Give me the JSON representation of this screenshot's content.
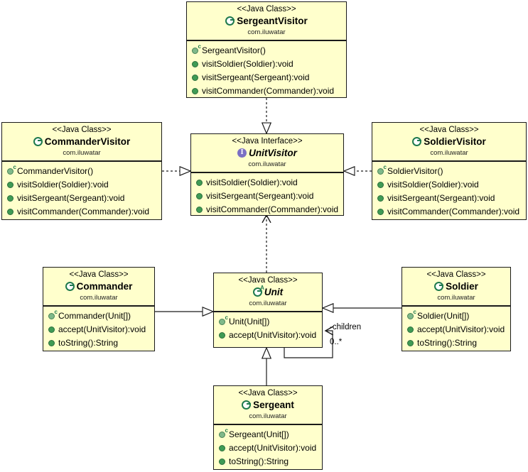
{
  "diagram": {
    "title": "Visitor pattern UML class diagram",
    "package": "com.iluwatar",
    "colors": {
      "box_fill": "#ffffcc",
      "box_border": "#1a1a1a",
      "class_icon": "#1f7a4d",
      "interface_icon": "#7b6fc4",
      "method_icon": "#3f9b55"
    }
  },
  "classes": {
    "sergeant_visitor": {
      "stereotype": "<<Java Class>>",
      "name": "SergeantVisitor",
      "package": "com.iluwatar",
      "icon": "java-class-icon",
      "abstract": false,
      "members": [
        {
          "label": "SergeantVisitor()",
          "icon": "constructor-icon"
        },
        {
          "label": "visitSoldier(Soldier):void",
          "icon": "method-icon"
        },
        {
          "label": "visitSergeant(Sergeant):void",
          "icon": "method-icon"
        },
        {
          "label": "visitCommander(Commander):void",
          "icon": "method-icon"
        }
      ]
    },
    "commander_visitor": {
      "stereotype": "<<Java Class>>",
      "name": "CommanderVisitor",
      "package": "com.iluwatar",
      "icon": "java-class-icon",
      "abstract": false,
      "members": [
        {
          "label": "CommanderVisitor()",
          "icon": "constructor-icon"
        },
        {
          "label": "visitSoldier(Soldier):void",
          "icon": "method-icon"
        },
        {
          "label": "visitSergeant(Sergeant):void",
          "icon": "method-icon"
        },
        {
          "label": "visitCommander(Commander):void",
          "icon": "method-icon"
        }
      ]
    },
    "unit_visitor": {
      "stereotype": "<<Java Interface>>",
      "name": "UnitVisitor",
      "package": "com.iluwatar",
      "icon": "java-interface-icon",
      "abstract": true,
      "members": [
        {
          "label": "visitSoldier(Soldier):void",
          "icon": "method-icon"
        },
        {
          "label": "visitSergeant(Sergeant):void",
          "icon": "method-icon"
        },
        {
          "label": "visitCommander(Commander):void",
          "icon": "method-icon"
        }
      ]
    },
    "soldier_visitor": {
      "stereotype": "<<Java Class>>",
      "name": "SoldierVisitor",
      "package": "com.iluwatar",
      "icon": "java-class-icon",
      "abstract": false,
      "members": [
        {
          "label": "SoldierVisitor()",
          "icon": "constructor-icon"
        },
        {
          "label": "visitSoldier(Soldier):void",
          "icon": "method-icon"
        },
        {
          "label": "visitSergeant(Sergeant):void",
          "icon": "method-icon"
        },
        {
          "label": "visitCommander(Commander):void",
          "icon": "method-icon"
        }
      ]
    },
    "commander": {
      "stereotype": "<<Java Class>>",
      "name": "Commander",
      "package": "com.iluwatar",
      "icon": "java-class-icon",
      "abstract": false,
      "members": [
        {
          "label": "Commander(Unit[])",
          "icon": "constructor-icon"
        },
        {
          "label": "accept(UnitVisitor):void",
          "icon": "method-icon"
        },
        {
          "label": "toString():String",
          "icon": "method-icon"
        }
      ]
    },
    "unit": {
      "stereotype": "<<Java Class>>",
      "name": "Unit",
      "package": "com.iluwatar",
      "icon": "java-abstract-class-icon",
      "abstract": true,
      "members": [
        {
          "label": "Unit(Unit[])",
          "icon": "constructor-icon"
        },
        {
          "label": "accept(UnitVisitor):void",
          "icon": "method-icon"
        }
      ]
    },
    "soldier": {
      "stereotype": "<<Java Class>>",
      "name": "Soldier",
      "package": "com.iluwatar",
      "icon": "java-class-icon",
      "abstract": false,
      "members": [
        {
          "label": "Soldier(Unit[])",
          "icon": "constructor-icon"
        },
        {
          "label": "accept(UnitVisitor):void",
          "icon": "method-icon"
        },
        {
          "label": "toString():String",
          "icon": "method-icon"
        }
      ]
    },
    "sergeant": {
      "stereotype": "<<Java Class>>",
      "name": "Sergeant",
      "package": "com.iluwatar",
      "icon": "java-class-icon",
      "abstract": false,
      "members": [
        {
          "label": "Sergeant(Unit[])",
          "icon": "constructor-icon"
        },
        {
          "label": "accept(UnitVisitor):void",
          "icon": "method-icon"
        },
        {
          "label": "toString():String",
          "icon": "method-icon"
        }
      ]
    }
  },
  "relations": {
    "sergeant_visitor_realizes_unit_visitor": {
      "type": "realization",
      "from": "SergeantVisitor",
      "to": "UnitVisitor"
    },
    "commander_visitor_realizes_unit_visitor": {
      "type": "realization",
      "from": "CommanderVisitor",
      "to": "UnitVisitor"
    },
    "soldier_visitor_realizes_unit_visitor": {
      "type": "realization",
      "from": "SoldierVisitor",
      "to": "UnitVisitor"
    },
    "unit_depends_on_unit_visitor": {
      "type": "dependency",
      "from": "Unit",
      "to": "UnitVisitor"
    },
    "commander_extends_unit": {
      "type": "generalization",
      "from": "Commander",
      "to": "Unit"
    },
    "soldier_extends_unit": {
      "type": "generalization",
      "from": "Soldier",
      "to": "Unit"
    },
    "sergeant_extends_unit": {
      "type": "generalization",
      "from": "Sergeant",
      "to": "Unit"
    },
    "unit_children_association": {
      "type": "aggregation",
      "from": "Unit",
      "to": "Unit",
      "role_label": "-children",
      "multiplicity": "0..*"
    }
  }
}
